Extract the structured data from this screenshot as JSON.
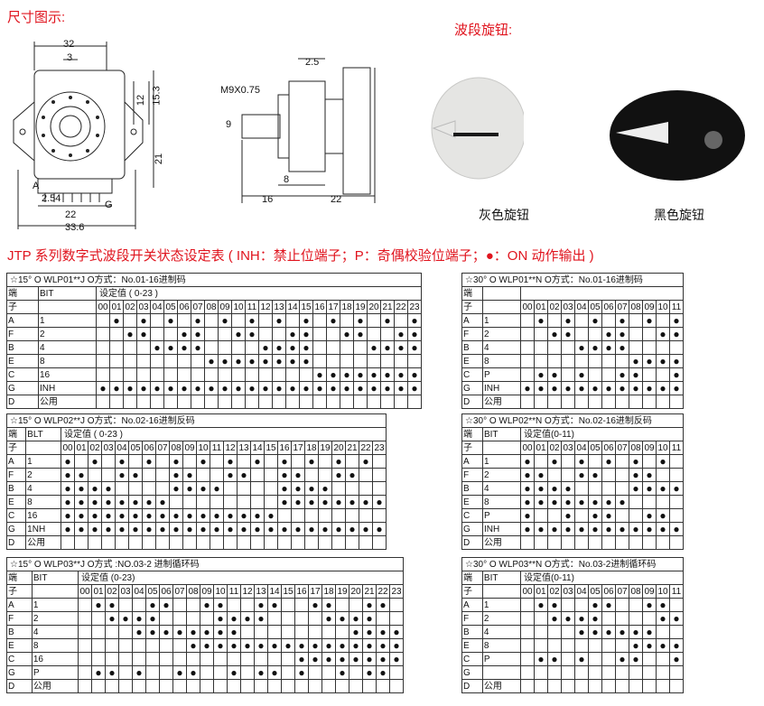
{
  "header": {
    "dimension_title": "尺寸图示:",
    "knob_title": "波段旋钮:",
    "table_title": "JTP 系列数字式波段开关状态设定表 ( INH：禁止位端子；P：奇偶校验位端子；●：ON 动作输出 )"
  },
  "knobs": {
    "gray_label": "灰色旋钮",
    "black_label": "黑色旋钮"
  },
  "dims": {
    "d32": "32",
    "d3": "3",
    "d12": "12",
    "d153": "15.3",
    "d21": "21",
    "d254": "2.54",
    "d22a": "22",
    "d336": "33.6",
    "pinA": "A",
    "pinG": "G",
    "m9": "M9X0.75",
    "d25": "2.5",
    "d9": "9",
    "d8": "8",
    "d16": "16",
    "d22b": "22"
  },
  "tables": [
    {
      "title": "☆15°  O WLP01**J    O方式：No.01-16进制码",
      "h1": "端",
      "h2": "子",
      "bit": "BIT",
      "setting": "设定值 ( 0-23 )",
      "n": 24,
      "rows": [
        [
          "A",
          "1",
          [
            1,
            3,
            5,
            7,
            9,
            11,
            13,
            15,
            17,
            19,
            21,
            23
          ]
        ],
        [
          "F",
          "2",
          [
            2,
            3,
            6,
            7,
            10,
            11,
            14,
            15,
            18,
            19,
            22,
            23
          ]
        ],
        [
          "B",
          "4",
          [
            4,
            5,
            6,
            7,
            12,
            13,
            14,
            15,
            20,
            21,
            22,
            23
          ]
        ],
        [
          "E",
          "8",
          [
            8,
            9,
            10,
            11,
            12,
            13,
            14,
            15
          ]
        ],
        [
          "C",
          "16",
          [
            16,
            17,
            18,
            19,
            20,
            21,
            22,
            23
          ]
        ],
        [
          "G",
          "INH",
          [
            0,
            1,
            2,
            3,
            4,
            5,
            6,
            7,
            8,
            9,
            10,
            11,
            12,
            13,
            14,
            15,
            16,
            17,
            18,
            19,
            20,
            21,
            22,
            23
          ]
        ],
        [
          "D",
          "公用",
          []
        ]
      ]
    },
    {
      "title": "☆15°  O WLP02**J    O方式：No.02-16进制反码",
      "h1": "端",
      "h2": "子",
      "bit": "BLT",
      "setting": "设定值 ( 0-23 )",
      "n": 24,
      "rows": [
        [
          "A",
          "1",
          [
            0,
            2,
            4,
            6,
            8,
            10,
            12,
            14,
            16,
            18,
            20,
            22
          ]
        ],
        [
          "F",
          "2",
          [
            0,
            1,
            4,
            5,
            8,
            9,
            12,
            13,
            16,
            17,
            20,
            21
          ]
        ],
        [
          "B",
          "4",
          [
            0,
            1,
            2,
            3,
            8,
            9,
            10,
            11,
            16,
            17,
            18,
            19
          ]
        ],
        [
          "E",
          "8",
          [
            0,
            1,
            2,
            3,
            4,
            5,
            6,
            7,
            16,
            17,
            18,
            19,
            20,
            21,
            22,
            23
          ]
        ],
        [
          "C",
          "16",
          [
            0,
            1,
            2,
            3,
            4,
            5,
            6,
            7,
            8,
            9,
            10,
            11,
            12,
            13,
            14,
            15
          ]
        ],
        [
          "G",
          "1NH",
          [
            0,
            1,
            2,
            3,
            4,
            5,
            6,
            7,
            8,
            9,
            10,
            11,
            12,
            13,
            14,
            15,
            16,
            17,
            18,
            19,
            20,
            21,
            22,
            23
          ]
        ],
        [
          "D",
          "公用",
          []
        ]
      ]
    },
    {
      "title": "☆15°   O  WLP03**J         O方式 :NO.03-2 进制循环码",
      "h1": "端",
      "h2": "子",
      "bit": "BIT",
      "setting": "设定值 (0-23)",
      "n": 24,
      "rows": [
        [
          "A",
          "1",
          [
            1,
            2,
            5,
            6,
            9,
            10,
            13,
            14,
            17,
            18,
            21,
            22
          ]
        ],
        [
          "F",
          "2",
          [
            2,
            3,
            4,
            5,
            10,
            11,
            12,
            13,
            18,
            19,
            20,
            21
          ]
        ],
        [
          "B",
          "4",
          [
            4,
            5,
            6,
            7,
            8,
            9,
            10,
            11,
            20,
            21,
            22,
            23
          ]
        ],
        [
          "E",
          "8",
          [
            8,
            9,
            10,
            11,
            12,
            13,
            14,
            15,
            16,
            17,
            18,
            19,
            20,
            21,
            22,
            23
          ]
        ],
        [
          "C",
          "16",
          [
            16,
            17,
            18,
            19,
            20,
            21,
            22,
            23
          ]
        ],
        [
          "G",
          "P",
          [
            1,
            2,
            4,
            7,
            8,
            11,
            13,
            14,
            16,
            19,
            21,
            22
          ]
        ],
        [
          "D",
          "公用",
          []
        ]
      ]
    },
    {
      "title": "☆30°  O WLP01**N  O方式：No.01-16进制码",
      "h1": "端",
      "h2": "子",
      "bit": "",
      "setting": "",
      "n": 12,
      "rows": [
        [
          "A",
          "1",
          [
            1,
            3,
            5,
            7,
            9,
            11
          ]
        ],
        [
          "F",
          "2",
          [
            2,
            3,
            6,
            7,
            10,
            11
          ]
        ],
        [
          "B",
          "4",
          [
            4,
            5,
            6,
            7
          ]
        ],
        [
          "E",
          "8",
          [
            8,
            9,
            10,
            11
          ]
        ],
        [
          "C",
          "P",
          [
            1,
            2,
            4,
            7,
            8,
            11
          ]
        ],
        [
          "G",
          "INH",
          [
            0,
            1,
            2,
            3,
            4,
            5,
            6,
            7,
            8,
            9,
            10,
            11
          ]
        ],
        [
          "D",
          "公用",
          []
        ]
      ]
    },
    {
      "title": "☆30°  O WLP02**N  O方式：No.02-16进制反码",
      "h1": "端",
      "h2": "子",
      "bit": "BIT",
      "setting": "设定值(0-11)",
      "n": 12,
      "rows": [
        [
          "A",
          "1",
          [
            0,
            2,
            4,
            6,
            8,
            10
          ]
        ],
        [
          "F",
          "2",
          [
            0,
            1,
            4,
            5,
            8,
            9
          ]
        ],
        [
          "B",
          "4",
          [
            0,
            1,
            2,
            3,
            8,
            9,
            10,
            11
          ]
        ],
        [
          "E",
          "8",
          [
            0,
            1,
            2,
            3,
            4,
            5,
            6,
            7
          ]
        ],
        [
          "C",
          "P",
          [
            0,
            3,
            5,
            6,
            9,
            10
          ]
        ],
        [
          "G",
          "INH",
          [
            0,
            1,
            2,
            3,
            4,
            5,
            6,
            7,
            8,
            9,
            10,
            11
          ]
        ],
        [
          "D",
          "公用",
          []
        ]
      ]
    },
    {
      "title": "☆30°  O WLP03**N  O方式：No.03-2进制循环码",
      "h1": "端",
      "h2": "子",
      "bit": "BIT",
      "setting": "设定值(0-11)",
      "n": 12,
      "rows": [
        [
          "A",
          "1",
          [
            1,
            2,
            5,
            6,
            9,
            10
          ]
        ],
        [
          "F",
          "2",
          [
            2,
            3,
            4,
            5,
            10,
            11
          ]
        ],
        [
          "B",
          "4",
          [
            4,
            5,
            6,
            7,
            8,
            9
          ]
        ],
        [
          "E",
          "8",
          [
            8,
            9,
            10,
            11
          ]
        ],
        [
          "C",
          "P",
          [
            1,
            2,
            4,
            7,
            8,
            11
          ]
        ],
        [
          "G",
          "",
          []
        ],
        [
          "D",
          "公用",
          []
        ]
      ]
    }
  ]
}
